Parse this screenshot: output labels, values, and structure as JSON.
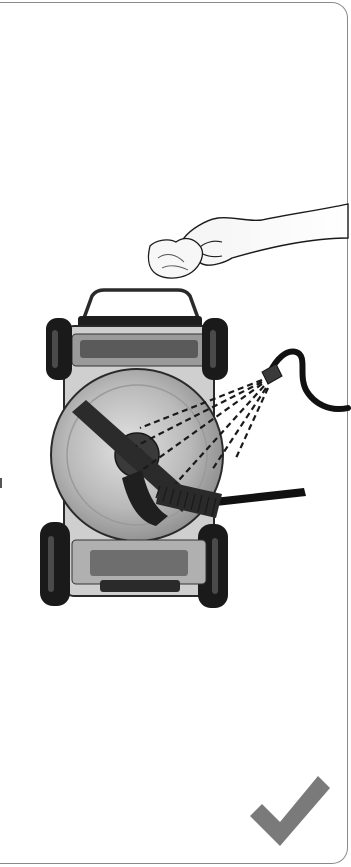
{
  "illustration": {
    "subject": "lawn-mower-underside-cleaning",
    "tools": [
      "cloth",
      "water-hose",
      "brush"
    ],
    "status_icon": "checkmark-icon",
    "colors": {
      "line": "#1a1a1a",
      "deck": "#b8b8b8",
      "deck_dark": "#8c8c8c",
      "check": "#7a7a7a",
      "border": "#8a8a8a"
    }
  }
}
